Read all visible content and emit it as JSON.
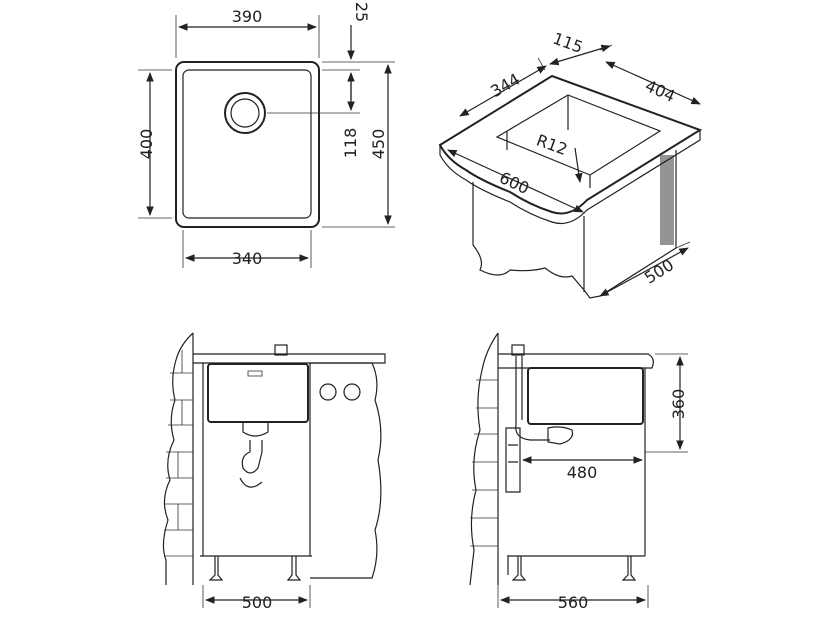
{
  "top_view": {
    "width_outer": "390",
    "width_inner": "340",
    "height_inner": "400",
    "height_outer": "450",
    "rim": "25",
    "drain_offset": "118"
  },
  "iso_view": {
    "d115": "115",
    "d344": "344",
    "d404": "404",
    "radius": "R12",
    "d600": "600",
    "d500": "500"
  },
  "front_view": {
    "cabinet_width": "500"
  },
  "side_view": {
    "depth": "360",
    "drain_distance": "480",
    "cabinet_width": "560"
  }
}
